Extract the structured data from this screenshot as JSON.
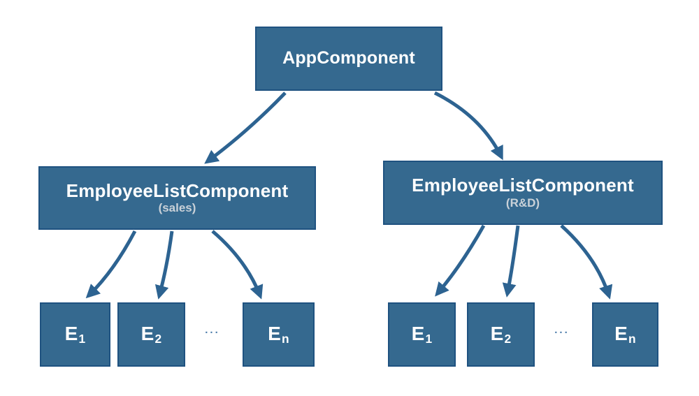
{
  "diagram": {
    "root_label": "AppComponent",
    "left_group": {
      "title": "EmployeeListComponent",
      "subtitle": "(sales)",
      "children": [
        {
          "base": "E",
          "sub": "1"
        },
        {
          "base": "E",
          "sub": "2"
        },
        {
          "base": "E",
          "sub": "n"
        }
      ],
      "ellipsis": "..."
    },
    "right_group": {
      "title": "EmployeeListComponent",
      "subtitle": "(R&D)",
      "children": [
        {
          "base": "E",
          "sub": "1"
        },
        {
          "base": "E",
          "sub": "2"
        },
        {
          "base": "E",
          "sub": "n"
        }
      ],
      "ellipsis": "..."
    },
    "colors": {
      "background": "#ffffff",
      "box_fill": "#35698f",
      "box_border": "#1f5280",
      "arrow": "#2d6391",
      "node_text": "#ffffff",
      "subtitle_text": "#c9d1d8",
      "ellipsis": "#4d7dab"
    }
  }
}
